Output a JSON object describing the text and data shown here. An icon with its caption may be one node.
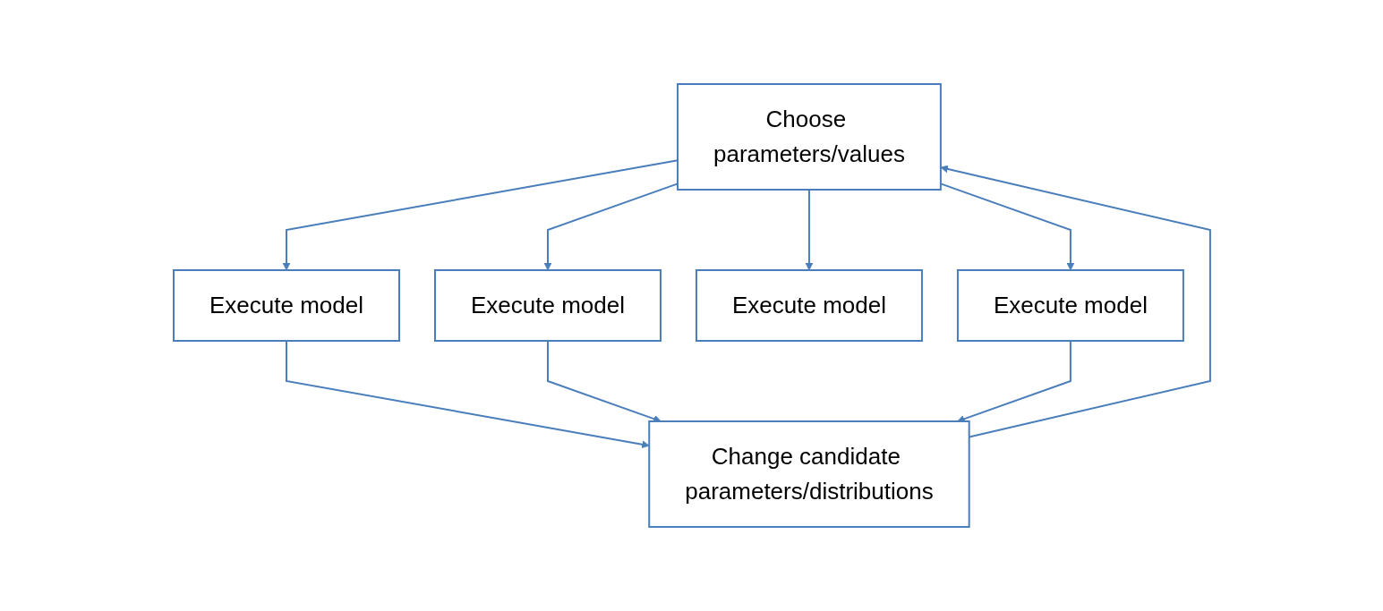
{
  "diagram": {
    "nodes": [
      {
        "text": [
          "Choose parameters/values"
        ]
      },
      {
        "text": [
          "Execute model"
        ]
      },
      {
        "text": [
          "Execute model"
        ]
      },
      {
        "text": [
          "Execute model"
        ]
      },
      {
        "text": [
          "Execute model"
        ]
      },
      {
        "text": [
          "Change candidate parameters/distributions"
        ]
      }
    ],
    "edges": [
      {
        "from": 0,
        "to": 1,
        "arrow": "to"
      },
      {
        "from": 0,
        "to": 2,
        "arrow": "to"
      },
      {
        "from": 0,
        "to": 3,
        "arrow": "to"
      },
      {
        "from": 0,
        "to": 4,
        "arrow": "to"
      },
      {
        "from": 1,
        "to": 5,
        "arrow": "to"
      },
      {
        "from": 2,
        "to": 5,
        "arrow": "to"
      },
      {
        "from": 4,
        "to": 5,
        "arrow": "to"
      },
      {
        "from": 5,
        "to": 0,
        "arrow": "to"
      }
    ]
  }
}
